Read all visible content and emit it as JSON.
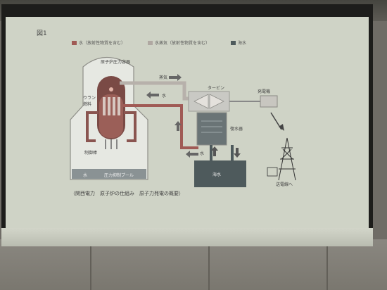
{
  "figure_label": "図1",
  "legend": [
    {
      "label": "水（放射性物質を含む）",
      "color": "#a05a55"
    },
    {
      "label": "水蒸気（放射性物質を含む）",
      "color": "#b0a8a2"
    },
    {
      "label": "海水",
      "color": "#4e5a5c"
    }
  ],
  "labels": {
    "vessel": "原子炉圧力容器",
    "fuel": "ウラン\n燃料",
    "control_rods": "制御棒",
    "pool_water": "水",
    "pool": "圧力抑制プール",
    "steam": "蒸気",
    "water_top": "水",
    "turbine": "タービン",
    "generator": "発電機",
    "condenser": "復水器",
    "water_bottom": "水",
    "sea": "海水",
    "grid": "送電線へ"
  },
  "caption": "（関西電力　原子炉の仕組み　原子力発電の概要）"
}
